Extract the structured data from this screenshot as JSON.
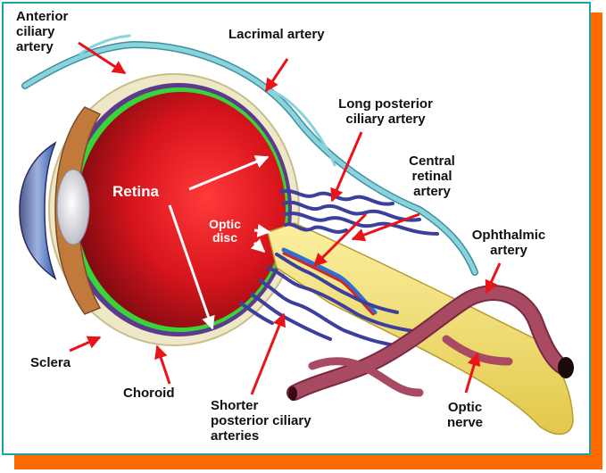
{
  "labels": {
    "anterior_ciliary_artery": "Anterior\nciliary\nartery",
    "lacrimal_artery": "Lacrimal artery",
    "long_posterior_ciliary_artery": "Long posterior\nciliary artery",
    "central_retinal_artery": "Central\nretinal\nartery",
    "retina": "Retina",
    "optic_disc": "Optic\ndisc",
    "ophthalmic_artery": "Ophthalmic\nartery",
    "sclera": "Sclera",
    "choroid": "Choroid",
    "shorter_posterior_ciliary_arteries": "Shorter\nposterior ciliary\narteries",
    "optic_nerve": "Optic\nnerve"
  },
  "colors": {
    "frame_border": "#19a3a3",
    "frame_shadow": "#ff6a00",
    "arrow": "#e8141a",
    "retina": "#c8141c",
    "choroid": "#3ad43a",
    "sclera": "#efe8c6",
    "optic_nerve": "#f2e27a",
    "ophthalmic_artery": "#a03c56",
    "lacrimal_artery": "#6bc3d0",
    "ciliary_arteries": "#3c3f9c"
  }
}
